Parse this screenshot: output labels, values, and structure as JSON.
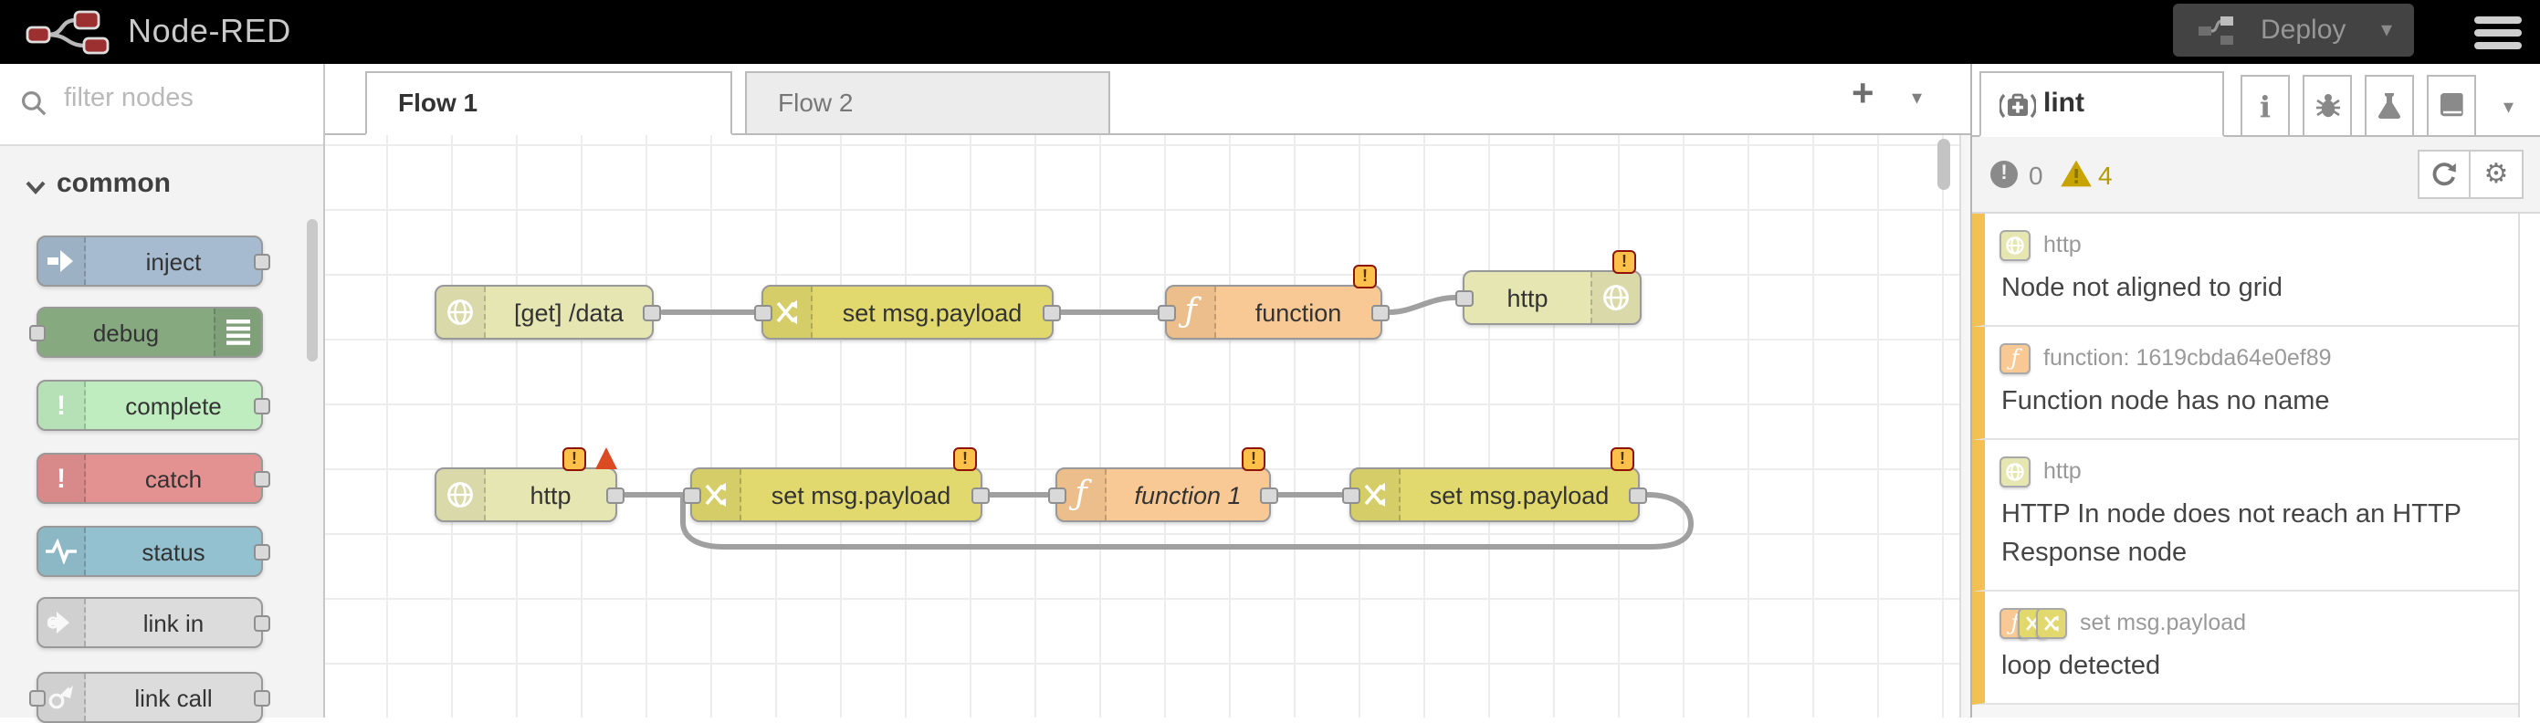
{
  "header": {
    "app_title": "Node-RED",
    "deploy_label": "Deploy"
  },
  "palette": {
    "search_placeholder": "filter nodes",
    "category_label": "common",
    "items": [
      {
        "label": "inject",
        "color": "#a6bbcf",
        "icon": "inject-arrow-icon"
      },
      {
        "label": "debug",
        "color": "#87a980",
        "icon": "debug-lines-icon"
      },
      {
        "label": "complete",
        "color": "#c0edc0",
        "icon": "exclamation-icon"
      },
      {
        "label": "catch",
        "color": "#e49191",
        "icon": "exclamation-icon"
      },
      {
        "label": "status",
        "color": "#94c1d0",
        "icon": "status-pulse-icon"
      },
      {
        "label": "link in",
        "color": "#dcdcdc",
        "icon": "link-in-icon"
      },
      {
        "label": "link call",
        "color": "#dcdcdc",
        "icon": "link-call-icon"
      }
    ]
  },
  "workspace": {
    "tabs": [
      {
        "label": "Flow 1"
      },
      {
        "label": "Flow 2"
      }
    ]
  },
  "glyphs": {
    "exclamation": "!",
    "function_f": "ƒ",
    "badge": "!",
    "plus": "+",
    "caret": "▾",
    "gear": "⚙"
  },
  "canvas": {
    "nodes": [
      {
        "label": "[get] /data",
        "type": "http in",
        "color": "#e6e6b3"
      },
      {
        "label": "set msg.payload",
        "type": "change",
        "color": "#e2d96e"
      },
      {
        "label": "function",
        "type": "function",
        "color": "#f9c995",
        "warning_badge": true
      },
      {
        "label": "http",
        "type": "http response",
        "color": "#e6e6b3",
        "warning_badge": true
      },
      {
        "label": "http",
        "type": "http in",
        "color": "#e6e6b3",
        "warning_badge": true,
        "error_triangle": true
      },
      {
        "label": "set msg.payload",
        "type": "change",
        "color": "#e2d96e",
        "warning_badge": true
      },
      {
        "label": "function 1",
        "type": "function",
        "color": "#f9c995",
        "warning_badge": true
      },
      {
        "label": "set msg.payload",
        "type": "change",
        "color": "#e2d96e",
        "warning_badge": true
      }
    ]
  },
  "sidebar": {
    "tab_label": "lint",
    "error_count": "0",
    "warning_count": "4",
    "items": [
      {
        "node_label": "http",
        "node_type": "http in",
        "message": "Node not aligned to grid"
      },
      {
        "node_label": "function: 1619cbda64e0ef89",
        "node_type": "function",
        "message": "Function node has no name"
      },
      {
        "node_label": "http",
        "node_type": "http in",
        "message": "HTTP In node does not reach an HTTP Response node"
      },
      {
        "node_label": "set msg.payload",
        "node_type": "change",
        "message": "loop detected"
      }
    ]
  },
  "colors": {
    "warning_badge": "#fdc04a",
    "badge_border": "#8e1408",
    "error_triangle": "#dc4a22",
    "lint_stripe": "#f1c152",
    "warning_gold": "#b49b00",
    "wire": "#a0a0a0",
    "header_bg": "#000000"
  }
}
